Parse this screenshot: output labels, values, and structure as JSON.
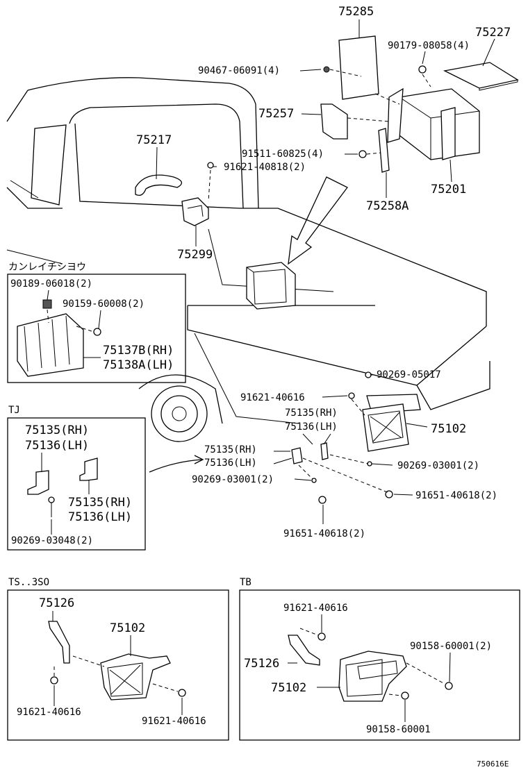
{
  "main": {
    "parts": {
      "p75285": "75285",
      "p75227": "75227",
      "p90179": "90179-08058(4)",
      "p90467": "90467-06091(4)",
      "p75257": "75257",
      "p91511": "91511-60825(4)",
      "p75217": "75217",
      "p91621_40818": "91621-40818(2)",
      "p75258A": "75258A",
      "p75201": "75201",
      "p75299": "75299",
      "p90269_05017": "90269-05017",
      "p91621_40616": "91621-40616",
      "p75135_rh": "75135(RH)",
      "p75136_lh": "75136(LH)",
      "p75102": "75102",
      "p75135_rh_b": "75135(RH)",
      "p75136_lh_b": "75136(LH)",
      "p90269_03001_r": "90269-03001(2)",
      "p90269_03001_l": "90269-03001(2)",
      "p91651_40618_r": "91651-40618(2)",
      "p91651_40618_b": "91651-40618(2)"
    }
  },
  "inset_kanrei": {
    "header": "カンレイチシヨウ",
    "p90189": "90189-06018(2)",
    "p90159": "90159-60008(2)",
    "p75137B": "75137B(RH)",
    "p75138A": "75138A(LH)"
  },
  "inset_tj": {
    "header": "TJ",
    "p75135_rh_a": "75135(RH)",
    "p75136_lh_a": "75136(LH)",
    "p75135_rh_b": "75135(RH)",
    "p75136_lh_b": "75136(LH)",
    "p90269_03048": "90269-03048(2)"
  },
  "inset_ts": {
    "header": "TS..3SO",
    "p75126": "75126",
    "p75102": "75102",
    "p91621_a": "91621-40616",
    "p91621_b": "91621-40616"
  },
  "inset_tb": {
    "header": "TB",
    "p91621": "91621-40616",
    "p90158_2": "90158-60001(2)",
    "p75126": "75126",
    "p75102": "75102",
    "p90158": "90158-60001"
  },
  "footer": {
    "code": "750616E"
  }
}
